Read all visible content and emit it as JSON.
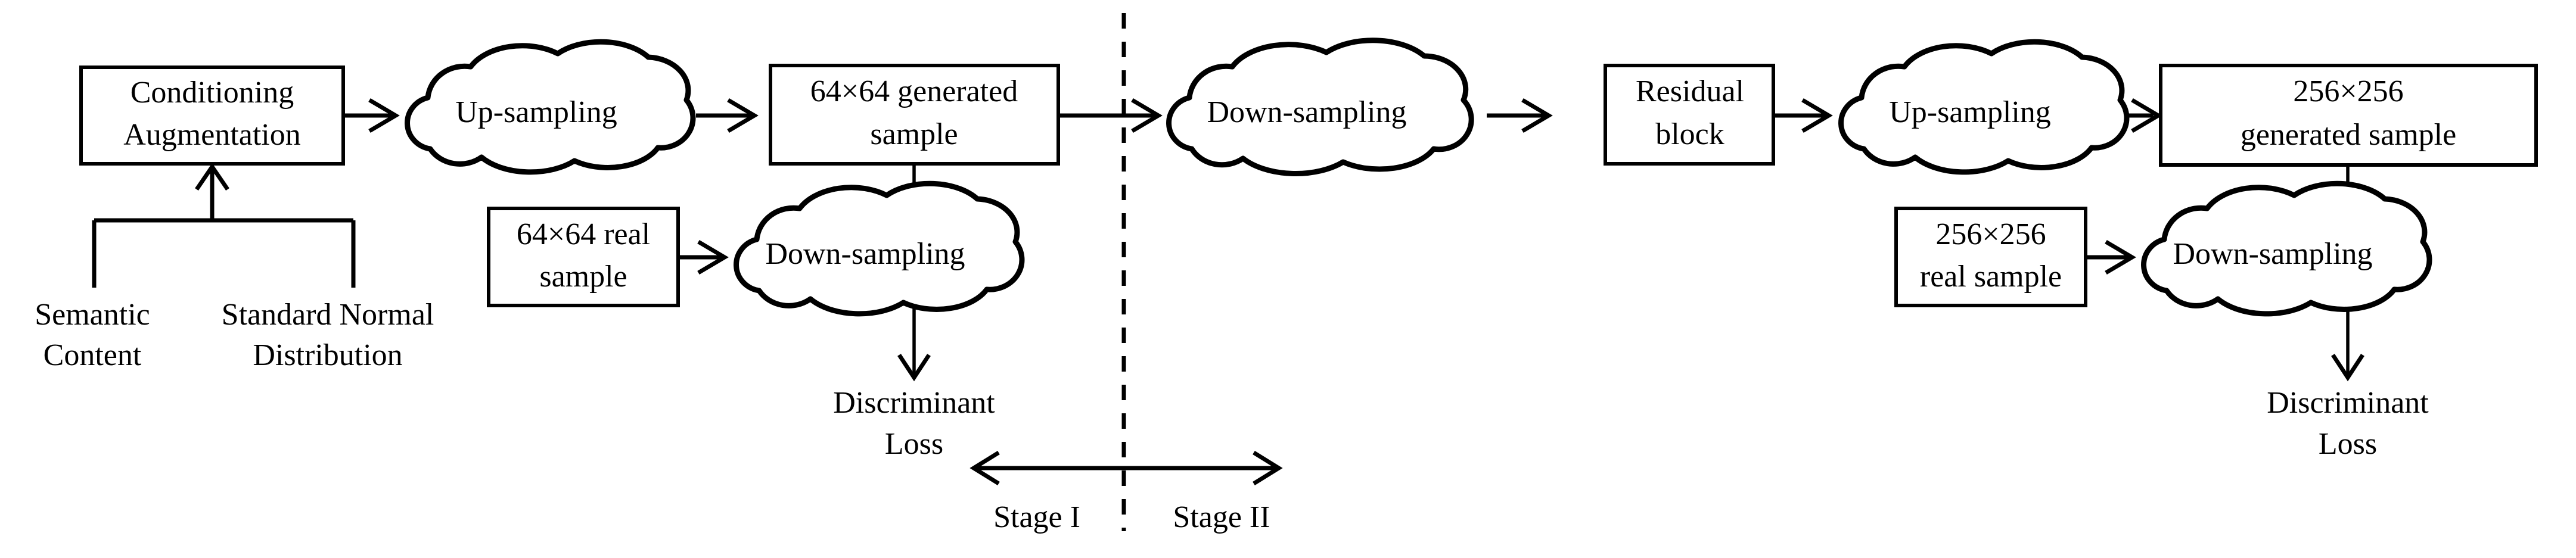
{
  "figure": {
    "kind": "flow-diagram",
    "background_color": "#ffffff",
    "line_color": "#000000"
  },
  "stage_one": {
    "conditioning_box": {
      "line1": "Conditioning",
      "line2": "Augmentation"
    },
    "inputs": {
      "semantic": {
        "line1": "Semantic",
        "line2": "Content"
      },
      "normal": {
        "line1": "Standard Normal",
        "line2": "Distribution"
      }
    },
    "upsampling_cloud": "Up-sampling",
    "generated_box": {
      "line1": "64×64 generated",
      "line2": "sample"
    },
    "real_box": {
      "line1": "64×64 real",
      "line2": "sample"
    },
    "downsampling_cloud": "Down-sampling",
    "loss": {
      "line1": "Discriminant",
      "line2": "Loss"
    }
  },
  "stage_two": {
    "downsampling_cloud": "Down-sampling",
    "residual_box": {
      "line1": "Residual",
      "line2": "block"
    },
    "upsampling_cloud": "Up-sampling",
    "generated_box": {
      "line1": "256×256",
      "line2": "generated sample"
    },
    "real_box": {
      "line1": "256×256",
      "line2": "real sample"
    },
    "downsampling_cloud_disc": "Down-sampling",
    "loss": {
      "line1": "Discriminant",
      "line2": "Loss"
    }
  },
  "stage_markers": {
    "left_label": "Stage I",
    "right_label": "Stage II"
  }
}
